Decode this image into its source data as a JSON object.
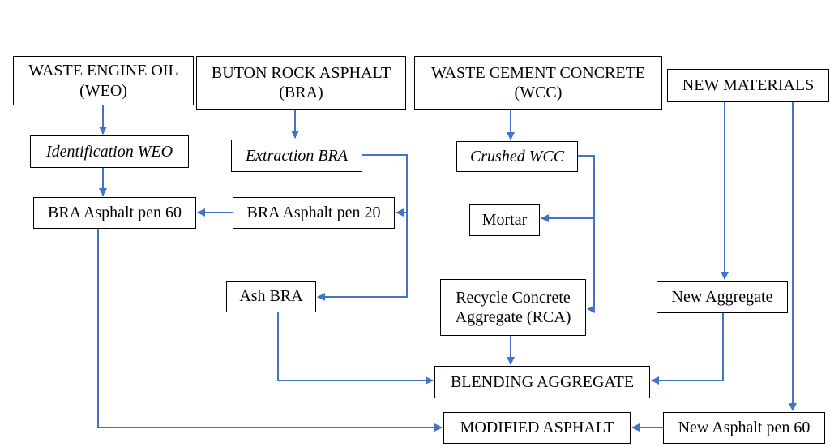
{
  "colors": {
    "arrow": "#4472C4",
    "border": "#000000",
    "background": "#ffffff"
  },
  "nodes": {
    "weo": "WASTE ENGINE OIL\n(WEO)",
    "bra": "BUTON ROCK ASPHALT\n(BRA)",
    "wcc": "WASTE CEMENT CONCRETE\n(WCC)",
    "new_materials": "NEW MATERIALS",
    "identification_weo": "Identification WEO",
    "extraction_bra": "Extraction BRA",
    "crushed_wcc": "Crushed WCC",
    "bra_asphalt_pen_60": "BRA Asphalt pen 60",
    "bra_asphalt_pen_20": "BRA Asphalt pen 20",
    "mortar": "Mortar",
    "ash_bra": "Ash BRA",
    "rca": "Recycle Concrete\nAggregate (RCA)",
    "new_aggregate": "New Aggregate",
    "blending_aggregate": "BLENDING AGGREGATE",
    "modified_asphalt": "MODIFIED ASPHALT",
    "new_asphalt_pen_60": "New Asphalt pen 60"
  },
  "edges": [
    {
      "from": "weo",
      "to": "identification_weo"
    },
    {
      "from": "identification_weo",
      "to": "bra_asphalt_pen_60"
    },
    {
      "from": "bra",
      "to": "extraction_bra"
    },
    {
      "from": "extraction_bra",
      "to": "bra_asphalt_pen_20"
    },
    {
      "from": "extraction_bra",
      "to": "ash_bra"
    },
    {
      "from": "bra_asphalt_pen_20",
      "to": "bra_asphalt_pen_60"
    },
    {
      "from": "wcc",
      "to": "crushed_wcc"
    },
    {
      "from": "crushed_wcc",
      "to": "mortar"
    },
    {
      "from": "crushed_wcc",
      "to": "rca"
    },
    {
      "from": "new_materials",
      "to": "new_aggregate"
    },
    {
      "from": "new_materials",
      "to": "new_asphalt_pen_60"
    },
    {
      "from": "ash_bra",
      "to": "blending_aggregate"
    },
    {
      "from": "rca",
      "to": "blending_aggregate"
    },
    {
      "from": "new_aggregate",
      "to": "blending_aggregate"
    },
    {
      "from": "bra_asphalt_pen_60",
      "to": "modified_asphalt"
    },
    {
      "from": "new_asphalt_pen_60",
      "to": "modified_asphalt"
    }
  ]
}
